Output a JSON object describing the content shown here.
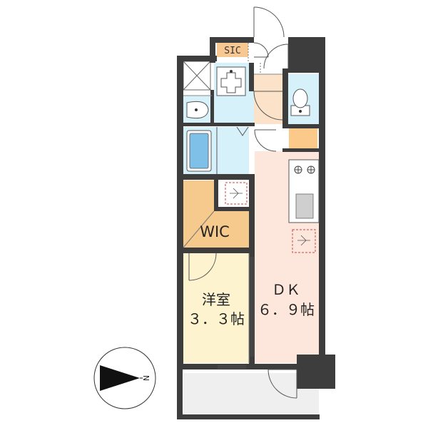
{
  "labels": {
    "sic": "SIC",
    "wic": "WIC",
    "western_room_name": "洋室",
    "western_room_size": "３．３帖",
    "dk_name": "ＤＫ",
    "dk_size": "６．９帖",
    "north_mark": "N"
  },
  "colors": {
    "wall": "#3d3d3d",
    "dk_floor": "#fde7dc",
    "western_room_floor": "#fdf4cf",
    "wic_floor": "#f6c98c",
    "water_area": "#d7f1fb",
    "entrance_floor": "#fbe2c9",
    "balcony_floor": "#efefef",
    "sic_floor": "#f8c892"
  }
}
